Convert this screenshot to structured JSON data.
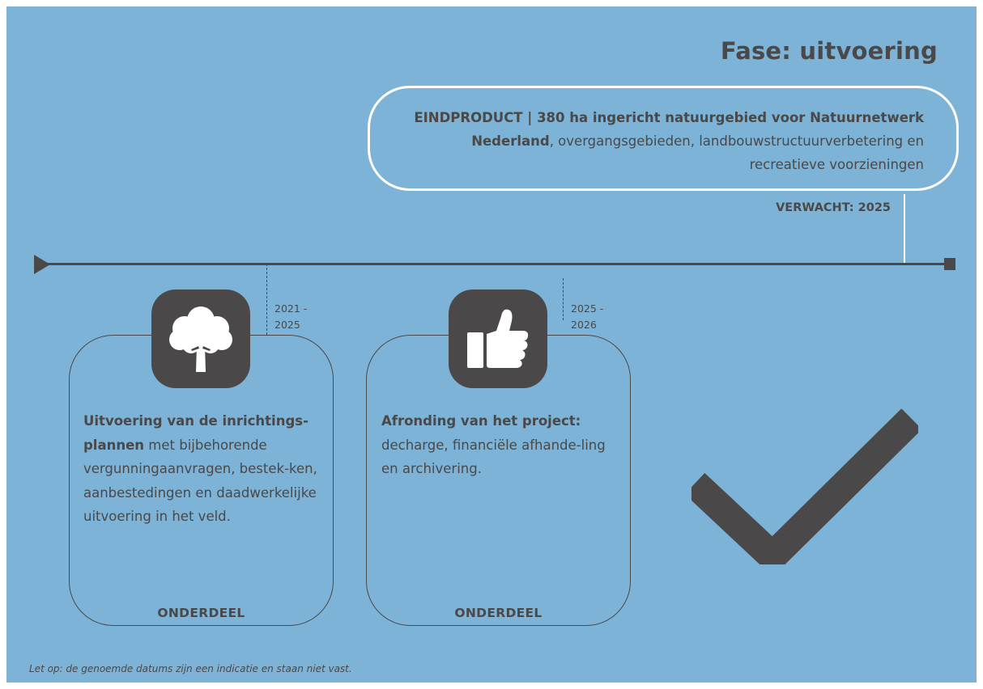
{
  "header": {
    "title": "Fase: uitvoering"
  },
  "eindproduct": {
    "bold_1": "EINDPRODUCT | 380 ha ingericht natuurgebied voor Natuurnetwerk Nederland",
    "rest_1": ", overgangsgebieden, landbouwstructuurverbetering en recreatieve voorzieningen",
    "verwacht": "VERWACHT: 2025"
  },
  "steps": [
    {
      "date_line_1": "2021 -",
      "date_line_2": "2025",
      "icon": "tree-icon",
      "bold": "Uitvoering van de inrichtings-plannen",
      "text": " met bijbehorende vergunningaanvragen, bestek-ken, aanbestedingen en daadwerkelijke uitvoering in het veld.",
      "footer": "ONDERDEEL"
    },
    {
      "date_line_1": "2025 -",
      "date_line_2": "2026",
      "icon": "thumbs-up-icon",
      "bold": "Afronding van het project:",
      "text": " decharge, financiële afhande-ling en archivering.",
      "footer": "ONDERDEEL"
    }
  ],
  "check_icon": "checkmark-icon",
  "note": "Let op: de genoemde datums zijn een indicatie en staan niet vast.",
  "colors": {
    "background": "#7db3d6",
    "dark": "#4a4848",
    "white": "#ffffff"
  }
}
